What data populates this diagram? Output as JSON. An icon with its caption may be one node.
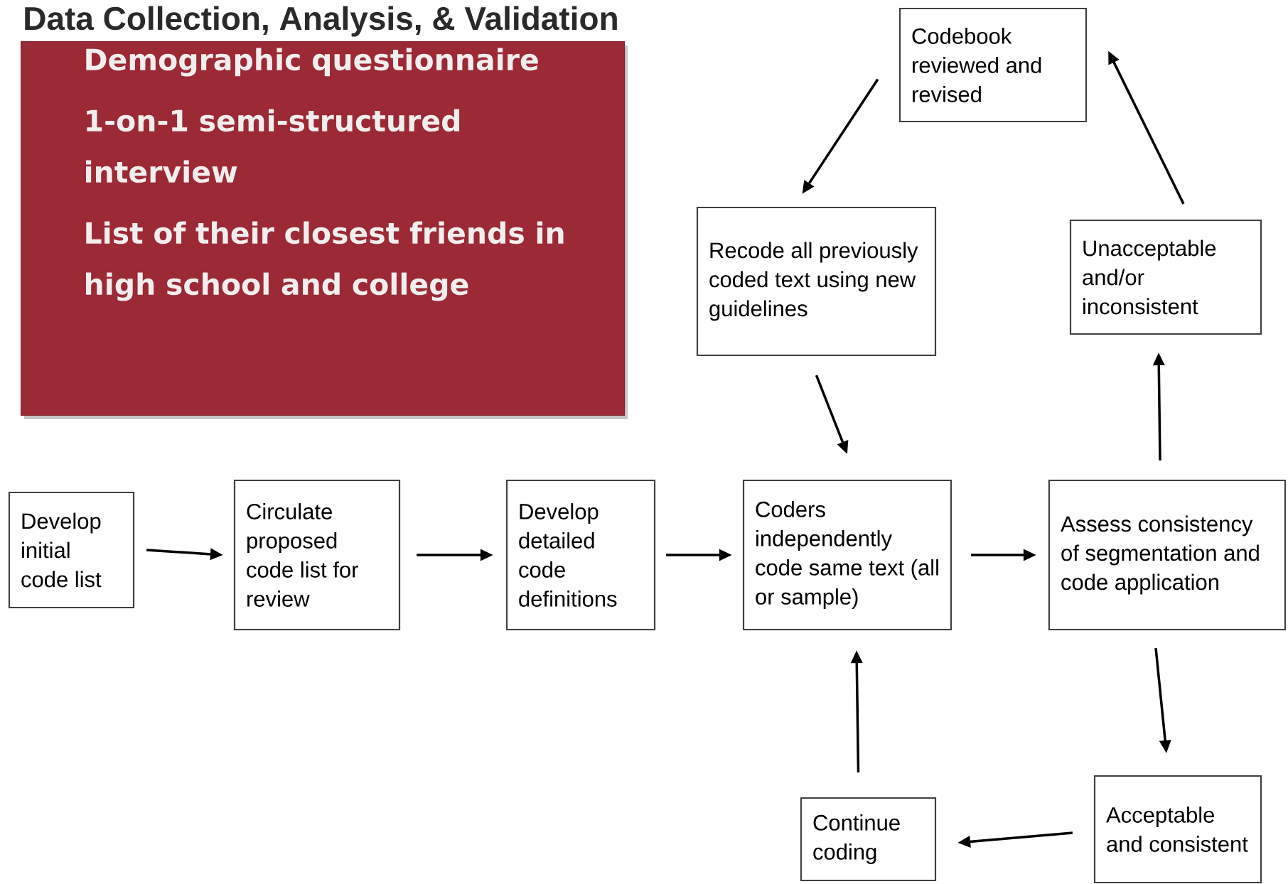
{
  "diagram": {
    "title": "Data Collection, Analysis, & Validation",
    "nodes": [
      {
        "text": [
          "Demographic questionnaire",
          "1-on-1 semi-structured interview",
          "List of their closest friends in high school and college"
        ]
      },
      {
        "text": [
          "Codebook reviewed and revised"
        ]
      },
      {
        "text": [
          "Recode all previously coded text using new guidelines"
        ]
      },
      {
        "text": [
          "Unacceptable and/or inconsistent"
        ]
      },
      {
        "text": [
          "Develop initial code list"
        ]
      },
      {
        "text": [
          "Circulate proposed code list for review"
        ]
      },
      {
        "text": [
          "Develop detailed code definitions"
        ]
      },
      {
        "text": [
          "Coders independently code same text (all or sample)"
        ]
      },
      {
        "text": [
          "Assess consistency of segmentation and code application"
        ]
      },
      {
        "text": [
          "Continue coding"
        ]
      },
      {
        "text": [
          "Acceptable and consistent"
        ]
      }
    ],
    "edges": [
      {
        "from": 4,
        "to": 5,
        "arrow": "to"
      },
      {
        "from": 5,
        "to": 6,
        "arrow": "to"
      },
      {
        "from": 6,
        "to": 7,
        "arrow": "to"
      },
      {
        "from": 7,
        "to": 8,
        "arrow": "to"
      },
      {
        "from": 8,
        "to": 3,
        "arrow": "to"
      },
      {
        "from": 3,
        "to": 1,
        "arrow": "to"
      },
      {
        "from": 1,
        "to": 2,
        "arrow": "to"
      },
      {
        "from": 2,
        "to": 7,
        "arrow": "to"
      },
      {
        "from": 8,
        "to": 10,
        "arrow": "to"
      },
      {
        "from": 10,
        "to": 9,
        "arrow": "to"
      },
      {
        "from": 9,
        "to": 7,
        "arrow": "to"
      }
    ]
  }
}
